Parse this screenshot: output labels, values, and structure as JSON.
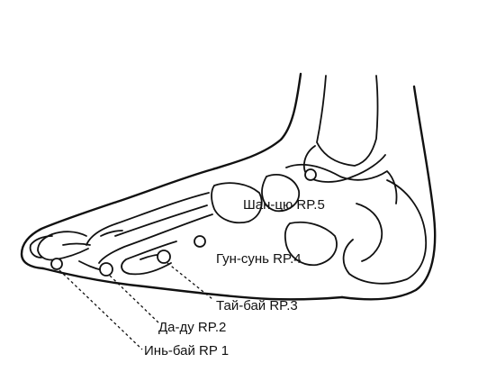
{
  "points": [
    {
      "id": "rp1",
      "label": "Инь-бай RP 1"
    },
    {
      "id": "rp2",
      "label": "Да-ду RP.2"
    },
    {
      "id": "rp3",
      "label": "Тай-бай RP.3"
    },
    {
      "id": "rp4",
      "label": "Гун-сунь RP.4"
    },
    {
      "id": "rp5",
      "label": "Шан-цю RP.5"
    }
  ]
}
